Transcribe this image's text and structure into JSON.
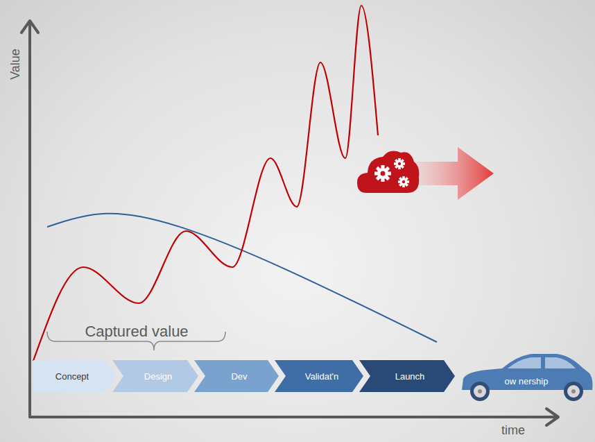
{
  "diagram": {
    "nodes": [
      {
        "text": [
          "Concept"
        ]
      },
      {
        "text": [
          "Design"
        ]
      },
      {
        "text": [
          "Dev"
        ]
      },
      {
        "text": [
          "Validat'n"
        ]
      },
      {
        "text": [
          "Launch"
        ]
      },
      {
        "text": [
          "ow nership"
        ]
      }
    ],
    "labels": [
      "Value",
      "time",
      "Captured value"
    ]
  }
}
